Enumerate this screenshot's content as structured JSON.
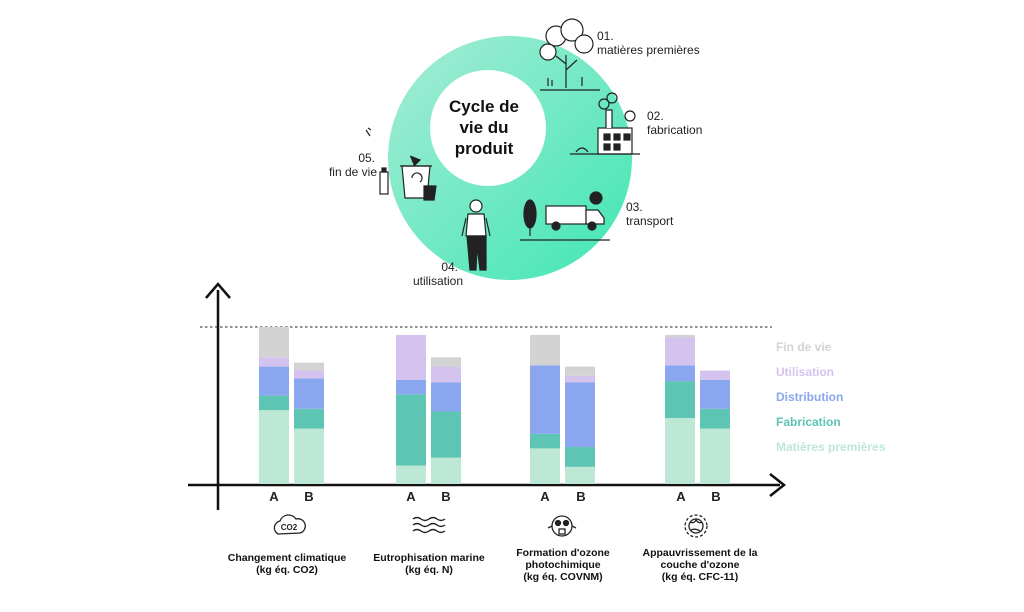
{
  "cycle": {
    "title_lines": [
      "Cycle de",
      "vie du",
      "produit"
    ],
    "stages": [
      {
        "num": "01.",
        "name": "matières premières"
      },
      {
        "num": "02.",
        "name": "fabrication"
      },
      {
        "num": "03.",
        "name": "transport"
      },
      {
        "num": "04.",
        "name": "utilisation"
      },
      {
        "num": "05.",
        "name": "fin de vie"
      }
    ],
    "ring_colors": [
      "#a7ecd6",
      "#3fe6b3"
    ]
  },
  "chart_data": {
    "type": "bar",
    "stacked": true,
    "bar_labels": [
      "A",
      "B"
    ],
    "categories": [
      {
        "line1": "Changement climatique",
        "line2": "(kg éq. CO2)",
        "line3": "",
        "icon": "co2-cloud-icon",
        "icon_text": "CO2"
      },
      {
        "line1": "Eutrophisation marine",
        "line2": "(kg éq. N)",
        "line3": "",
        "icon": "waves-icon"
      },
      {
        "line1": "Formation d'ozone",
        "line2": "photochimique",
        "line3": "(kg éq. COVNM)",
        "icon": "gas-mask-icon"
      },
      {
        "line1": "Appauvrissement de la",
        "line2": "couche d'ozone",
        "line3": "(kg éq. CFC-11)",
        "icon": "ozone-globe-icon"
      }
    ],
    "series": [
      {
        "name": "Matières premières",
        "color": "#bde8d5",
        "values": [
          [
            56,
            42
          ],
          [
            14,
            20
          ],
          [
            27,
            13
          ],
          [
            50,
            42
          ]
        ]
      },
      {
        "name": "Fabrication",
        "color": "#5ec4b3",
        "values": [
          [
            11,
            15
          ],
          [
            54,
            35
          ],
          [
            11,
            15
          ],
          [
            28,
            15
          ]
        ]
      },
      {
        "name": "Distribution",
        "color": "#8aa6ef",
        "values": [
          [
            22,
            23
          ],
          [
            11,
            22
          ],
          [
            52,
            49
          ],
          [
            12,
            22
          ]
        ]
      },
      {
        "name": "Utilisation",
        "color": "#d5c3ef",
        "values": [
          [
            7,
            6
          ],
          [
            34,
            12
          ],
          [
            0,
            5
          ],
          [
            21,
            7
          ]
        ]
      },
      {
        "name": "Fin de vie",
        "color": "#d3d3d3",
        "values": [
          [
            23,
            6
          ],
          [
            0,
            7
          ],
          [
            23,
            7
          ],
          [
            2,
            0
          ]
        ]
      }
    ],
    "reference_line": 119,
    "ylim": [
      0,
      135
    ],
    "legend_order": [
      "Fin de vie",
      "Utilisation",
      "Distribution",
      "Fabrication",
      "Matières premières"
    ],
    "legend_position": "right",
    "grid": false
  }
}
